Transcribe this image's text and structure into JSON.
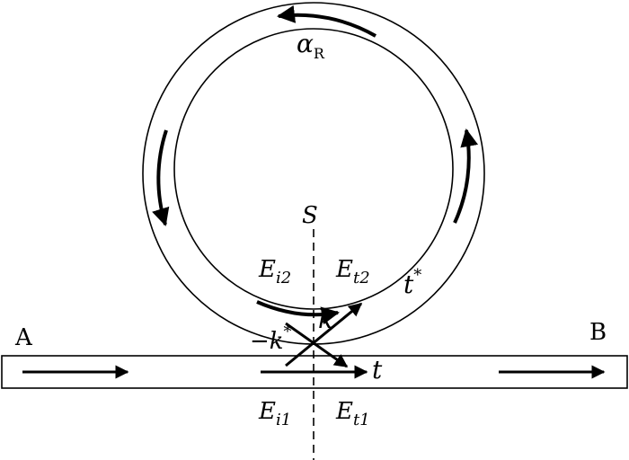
{
  "labels": {
    "port_a": "A",
    "port_b": "B",
    "alpha": "α",
    "alpha_sub": "R",
    "s_line": "S",
    "e": "E",
    "ei2_sub": "i2",
    "et2_sub": "t2",
    "ei1_sub": "i1",
    "et1_sub": "t1",
    "t_star": "t",
    "star": "*",
    "k": "k",
    "neg_k_star": "−k",
    "t": "t"
  },
  "colors": {
    "stroke": "#000000",
    "background": "#ffffff"
  }
}
